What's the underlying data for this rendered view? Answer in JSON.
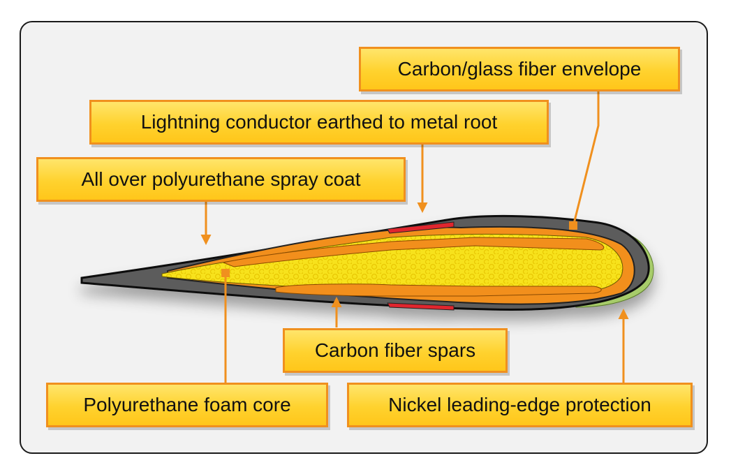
{
  "labels": {
    "envelope": "Carbon/glass fiber envelope",
    "lightning": "Lightning conductor earthed to metal root",
    "spray_coat": "All over polyurethane spray coat",
    "spars": "Carbon fiber spars",
    "foam_core": "Polyurethane foam core",
    "leading_edge": "Nickel leading-edge protection"
  },
  "colors": {
    "callout_border": "#f0901e",
    "callout_fill": "#ffd22e",
    "leader_line": "#f0901e",
    "shell": "#5c5c5c",
    "foam": "#f7e21a",
    "spar": "#f28f1f",
    "conductor": "#e0262d",
    "nickel": "#a7cc6a"
  }
}
